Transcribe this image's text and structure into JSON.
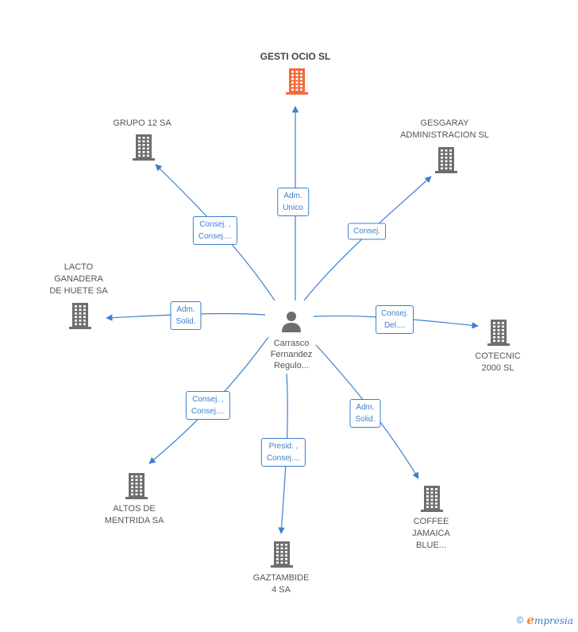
{
  "colors": {
    "edge": "#3a7fd1",
    "building_default": "#6e6e6e",
    "building_main": "#f26b3a",
    "person": "#6e6e6e"
  },
  "center": {
    "lines": [
      "Carrasco",
      "Fernandez",
      "Regulo..."
    ],
    "icon": "person-icon"
  },
  "nodes": [
    {
      "id": "gesti-ocio",
      "lines": [
        "GESTI OCIO SL"
      ],
      "main": true,
      "icon": "building-icon"
    },
    {
      "id": "grupo-12",
      "lines": [
        "GRUPO 12 SA"
      ],
      "main": false,
      "icon": "building-icon"
    },
    {
      "id": "gesgaray",
      "lines": [
        "GESGARAY",
        "ADMINISTRACION SL"
      ],
      "main": false,
      "icon": "building-icon"
    },
    {
      "id": "lacto",
      "lines": [
        "LACTO",
        "GANADERA",
        "DE HUETE SA"
      ],
      "main": false,
      "icon": "building-icon"
    },
    {
      "id": "cotecnic",
      "lines": [
        "COTECNIC",
        "2000 SL"
      ],
      "main": false,
      "icon": "building-icon"
    },
    {
      "id": "altos",
      "lines": [
        "ALTOS DE",
        "MENTRIDA SA"
      ],
      "main": false,
      "icon": "building-icon"
    },
    {
      "id": "gaztambide",
      "lines": [
        "GAZTAMBIDE",
        "4 SA"
      ],
      "main": false,
      "icon": "building-icon"
    },
    {
      "id": "coffee",
      "lines": [
        "COFFEE",
        "JAMAICA",
        "BLUE..."
      ],
      "main": false,
      "icon": "building-icon"
    }
  ],
  "edges": [
    {
      "to": "gesti-ocio",
      "lines": [
        "Adm.",
        "Unico"
      ]
    },
    {
      "to": "grupo-12",
      "lines": [
        "Consej. ,",
        "Consej...."
      ]
    },
    {
      "to": "gesgaray",
      "lines": [
        "Consej."
      ]
    },
    {
      "to": "lacto",
      "lines": [
        "Adm.",
        "Solid."
      ]
    },
    {
      "to": "cotecnic",
      "lines": [
        "Consej.",
        "Del...."
      ]
    },
    {
      "to": "altos",
      "lines": [
        "Consej. ,",
        "Consej...."
      ]
    },
    {
      "to": "gaztambide",
      "lines": [
        "Presid. ,",
        "Consej...."
      ]
    },
    {
      "to": "coffee",
      "lines": [
        "Adm.",
        "Solid."
      ]
    }
  ],
  "footer": {
    "copyright": "©",
    "brand_initial": "e",
    "brand_rest": "mpresia"
  }
}
